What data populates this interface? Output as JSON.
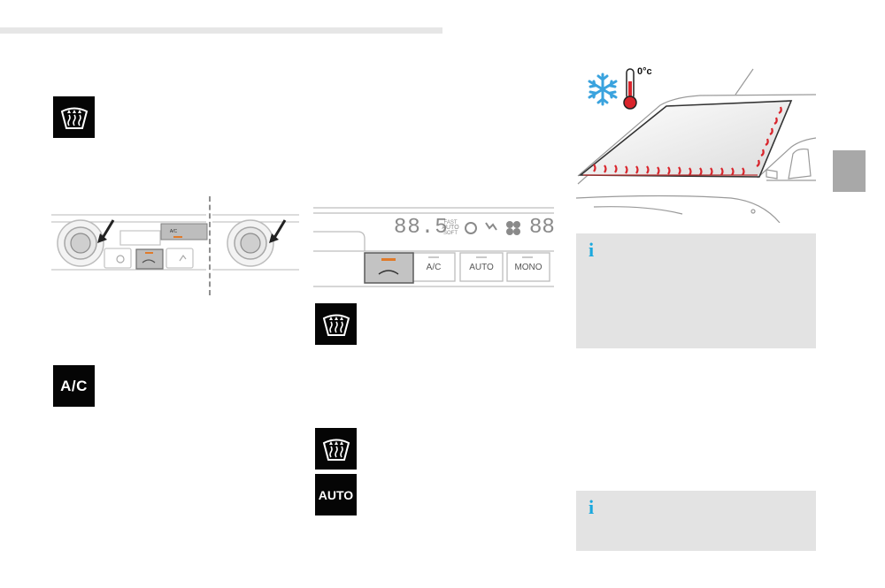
{
  "icons": {
    "defrost_icon": "front-windscreen-demist-icon",
    "ac_label": "A/C",
    "auto_label": "AUTO"
  },
  "panel_left": {
    "small_button_label": "A/C"
  },
  "panel_right": {
    "display_left": "88.5",
    "display_flags": [
      "FAST",
      "AUTO",
      "SOFT"
    ],
    "display_right": "88",
    "buttons": [
      "A/C",
      "AUTO",
      "MONO"
    ]
  },
  "thermometer_label": "0°c",
  "info_marker": "i",
  "colors": {
    "icon_bg": "#050505",
    "info_bg": "#e3e3e3",
    "info_accent": "#1aa8de",
    "side_tab": "#a8a8a8",
    "heat_red": "#d9252c",
    "snow_blue": "#3aa3de",
    "indicator_orange": "#e07a2a"
  }
}
